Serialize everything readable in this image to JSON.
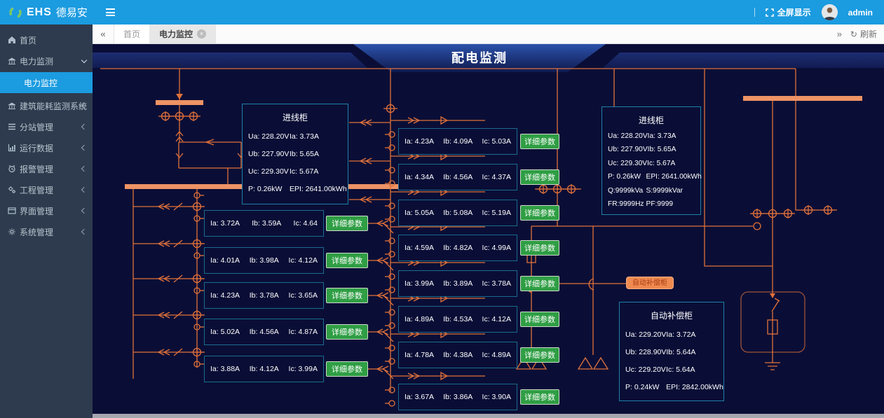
{
  "navbar": {
    "brand": "EHS",
    "brand_suffix": "德易安",
    "fullscreen_label": "全屏显示",
    "username": "admin"
  },
  "sidebar": {
    "items": [
      {
        "name": "sidebar-item-home",
        "label": "首页",
        "icon": "home"
      },
      {
        "name": "sidebar-item-power-monitoring",
        "label": "电力监测",
        "icon": "bank",
        "chevron": "down",
        "expanded": true
      },
      {
        "name": "sidebar-subitem-power-monitor",
        "label": "电力监控",
        "type": "sub",
        "active": true
      },
      {
        "name": "sidebar-item-building-energy",
        "label": "建筑能耗监测系统",
        "icon": "bank",
        "chevron": "left"
      },
      {
        "name": "sidebar-item-substation",
        "label": "分站管理",
        "icon": "list",
        "chevron": "left"
      },
      {
        "name": "sidebar-item-operation-data",
        "label": "运行数据",
        "icon": "chart",
        "chevron": "left"
      },
      {
        "name": "sidebar-item-alarm",
        "label": "报警管理",
        "icon": "alarm",
        "chevron": "left"
      },
      {
        "name": "sidebar-item-engineering",
        "label": "工程管理",
        "icon": "gears",
        "chevron": "left"
      },
      {
        "name": "sidebar-item-interface",
        "label": "界面管理",
        "icon": "window",
        "chevron": "left"
      },
      {
        "name": "sidebar-item-system",
        "label": "系统管理",
        "icon": "gear",
        "chevron": "left"
      }
    ]
  },
  "tabbar": {
    "tabs": [
      {
        "label": "首页",
        "active": false,
        "closable": false
      },
      {
        "label": "电力监控",
        "active": true,
        "closable": true
      }
    ],
    "refresh_label": "刷新"
  },
  "main": {
    "title": "配电监测",
    "detail_button_label": "详细参数",
    "auto_comp_button_label": "自动补偿柜",
    "current_labels": [
      "Ia:",
      "Ib:",
      "Ic:"
    ],
    "left_feeders": [
      {
        "ia": "3.72A",
        "ib": "3.59A",
        "ic": "4.64"
      },
      {
        "ia": "4.01A",
        "ib": "3.98A",
        "ic": "4.12A"
      },
      {
        "ia": "4.23A",
        "ib": "3.78A",
        "ic": "3.65A"
      },
      {
        "ia": "5.02A",
        "ib": "4.56A",
        "ic": "4.87A"
      },
      {
        "ia": "3.88A",
        "ib": "4.12A",
        "ic": "3.99A"
      }
    ],
    "middle_feeders": [
      {
        "ia": "4.23A",
        "ib": "4.09A",
        "ic": "5.03A"
      },
      {
        "ia": "4.34A",
        "ib": "4.56A",
        "ic": "4.37A"
      },
      {
        "ia": "5.05A",
        "ib": "5.08A",
        "ic": "5.19A"
      },
      {
        "ia": "4.59A",
        "ib": "4.82A",
        "ic": "4.99A"
      },
      {
        "ia": "3.99A",
        "ib": "3.89A",
        "ic": "3.78A"
      },
      {
        "ia": "4.89A",
        "ib": "4.53A",
        "ic": "4.12A"
      },
      {
        "ia": "4.78A",
        "ib": "4.38A",
        "ic": "4.89A"
      },
      {
        "ia": "3.67A",
        "ib": "3.86A",
        "ic": "3.90A"
      }
    ],
    "info_boxes": [
      {
        "id": "inlet-left",
        "title": "进线柜",
        "rows": [
          [
            "Ua: 228.20V",
            "Ia: 3.73A"
          ],
          [
            "Ub: 227.90V",
            "Ib: 5.65A"
          ],
          [
            "Uc: 229.30V",
            "Ic: 5.67A"
          ],
          [
            "P: 0.26kW",
            "EPI: 2641.00kWh"
          ]
        ]
      },
      {
        "id": "inlet-right",
        "title": "进线柜",
        "rows": [
          [
            "Ua: 228.20V",
            "Ia: 3.73A"
          ],
          [
            "Ub: 227.90V",
            "Ib: 5.65A"
          ],
          [
            "Uc: 229.30V",
            "Ic: 5.67A"
          ],
          [
            "P: 0.26kW",
            "EPI: 2641.00kWh"
          ],
          [
            "Q:9999kVa",
            "S:9999kVar"
          ],
          [
            "FR:9999Hz",
            "PF:9999"
          ]
        ]
      },
      {
        "id": "auto-comp",
        "title": "自动补偿柜",
        "rows": [
          [
            "Ua: 229.20V",
            "Ia: 3.72A"
          ],
          [
            "Ub: 228.90V",
            "Ib: 5.64A"
          ],
          [
            "Uc: 229.20V",
            "Ic: 5.64A"
          ],
          [
            "P: 0.24kW",
            "EPI: 2842.00kWh"
          ]
        ]
      }
    ]
  },
  "colors": {
    "navbar_blue": "#1b9be0",
    "diagram_orange": "#e0713a",
    "busbar_orange": "#ee9365",
    "panel_border": "#1d7fa8",
    "button_green": "#2f9e44",
    "bg_navy": "#0a0e36",
    "sidebar_bg": "#2e3b4e",
    "auto_btn_orange": "#ef8a50"
  }
}
